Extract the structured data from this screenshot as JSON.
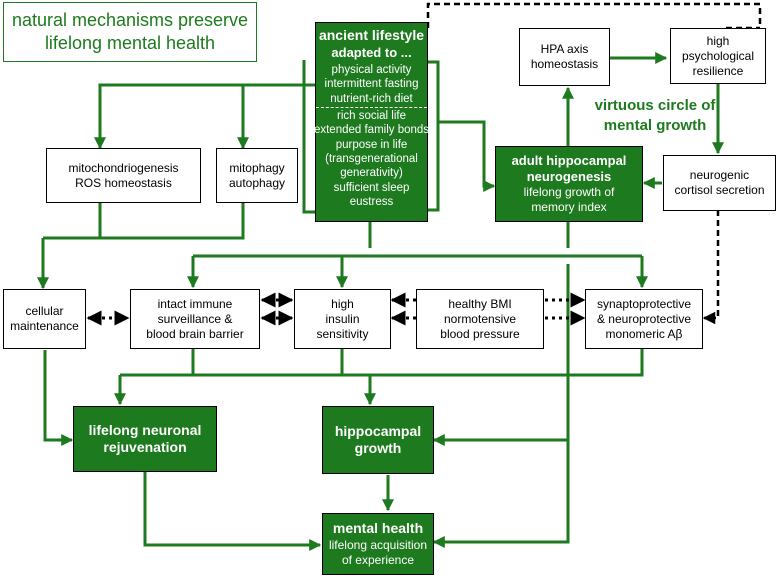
{
  "title": [
    "natural mechanisms preserve",
    "lifelong mental health"
  ],
  "boxes": {
    "lifestyle": {
      "title": "ancient lifestyle",
      "subtitle": "adapted to ...",
      "group1": [
        "physical activity",
        "intermittent fasting",
        "nutrient-rich diet"
      ],
      "group2": [
        "rich social life",
        "extended family bonds",
        "purpose in life",
        "(transgenerational",
        "generativity)",
        "sufficient sleep",
        "eustress"
      ]
    },
    "mito": [
      "mitochondriogenesis",
      "ROS homeostasis"
    ],
    "mitophagy": [
      "mitophagy",
      "autophagy"
    ],
    "hpa": [
      "HPA axis",
      "homeostasis"
    ],
    "resilience": [
      "high",
      "psychological",
      "resilience"
    ],
    "neurogenesis": {
      "title": [
        "adult hippocampal",
        "neurogenesis"
      ],
      "lines": [
        "lifelong growth of",
        "memory index"
      ]
    },
    "cortisol": [
      "neurogenic",
      "cortisol secretion"
    ],
    "cellular": [
      "cellular",
      "maintenance"
    ],
    "immune": [
      "intact immune",
      "surveillance &",
      "blood brain barrier"
    ],
    "insulin": [
      "high",
      "insulin",
      "sensitivity"
    ],
    "bmi": [
      "healthy BMI",
      "normotensive",
      "blood pressure"
    ],
    "synapto": [
      "synaptoprotective",
      "& neuroprotective",
      "monomeric Aβ"
    ],
    "rejuv": [
      "lifelong neuronal",
      "rejuvenation"
    ],
    "hgrowth": [
      "hippocampal",
      "growth"
    ],
    "mental": {
      "title": "mental health",
      "lines": [
        "lifelong acquisition",
        "of experience"
      ]
    }
  },
  "virtuous_circle": [
    "virtuous circle of",
    "mental growth"
  ],
  "colors": {
    "green": "#1e7a1e",
    "border": "#000000",
    "background": "#ffffff"
  }
}
